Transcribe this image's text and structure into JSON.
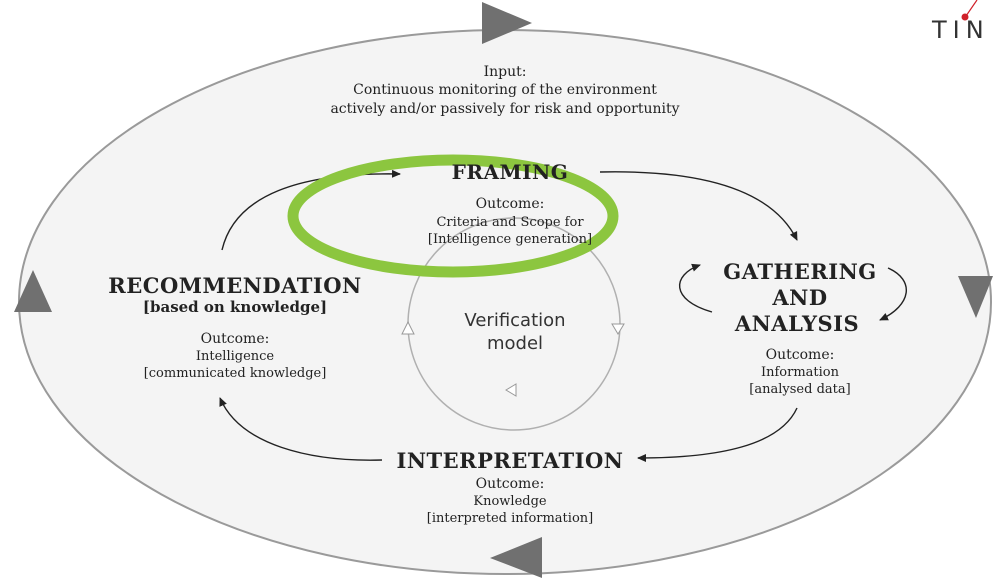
{
  "logo": {
    "text": "TIN"
  },
  "input": {
    "line1": "Input:",
    "line2": "Continuous monitoring of the environment",
    "line3": "actively and/or passively for risk and opportunity"
  },
  "framing": {
    "title": "FRAMING",
    "outcome_label": "Outcome:",
    "outcome_line1": "Criteria and Scope for",
    "outcome_line2": "[Intelligence generation]"
  },
  "gathering": {
    "title_line1": "GATHERING",
    "title_line2": "AND",
    "title_line3": "ANALYSIS",
    "outcome_label": "Outcome:",
    "outcome_line1": "Information",
    "outcome_line2": "[analysed data]"
  },
  "interpretation": {
    "title": "INTERPRETATION",
    "outcome_label": "Outcome:",
    "outcome_line1": "Knowledge",
    "outcome_line2": "[interpreted information]"
  },
  "recommendation": {
    "title": "RECOMMENDATION",
    "subtitle": "[based on knowledge]",
    "outcome_label": "Outcome:",
    "outcome_line1": "Intelligence",
    "outcome_line2": "[communicated knowledge]"
  },
  "verification": {
    "line1": "Verification",
    "line2": "model"
  },
  "colors": {
    "highlight": "#8cc63f",
    "ellipse_fill": "#f4f4f4",
    "ellipse_stroke": "#9a9a9a",
    "arrow_fill": "#707070",
    "logo_dot": "#d0202a"
  }
}
